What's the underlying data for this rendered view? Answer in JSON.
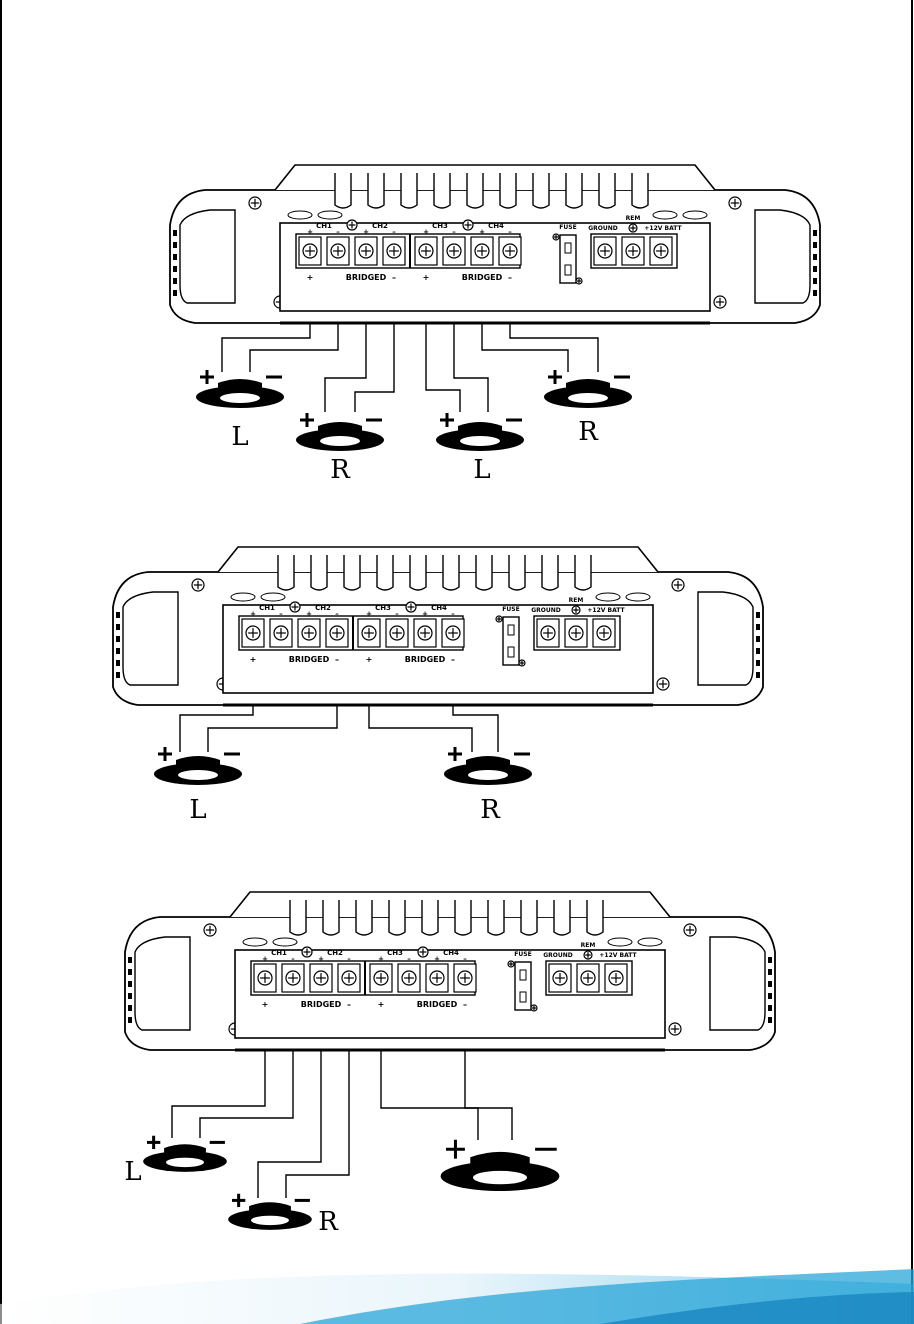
{
  "amp_labels": {
    "ch1": "CH1",
    "ch2": "CH2",
    "ch3": "CH3",
    "ch4": "CH4",
    "bridged": "BRIDGED",
    "plus": "+",
    "minus": "–",
    "fuse": "FUSE",
    "rem": "REM",
    "ground": "GROUND",
    "batt": "+12V BATT"
  },
  "diagrams": [
    {
      "id": "four-channel",
      "speakers": [
        "L",
        "R",
        "L",
        "R"
      ]
    },
    {
      "id": "bridged-two-channel",
      "speakers": [
        "L",
        "R"
      ]
    },
    {
      "id": "three-channel",
      "speakers": [
        "L",
        "R",
        ""
      ]
    }
  ],
  "colors": {
    "line": "#000000",
    "accent_wave": "#2aa6d8"
  }
}
